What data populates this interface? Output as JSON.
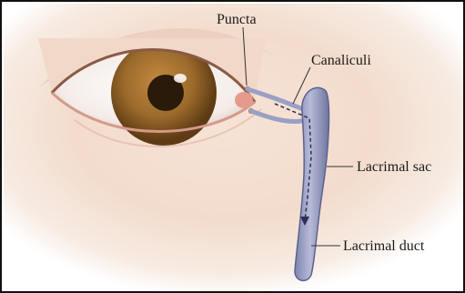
{
  "labels": {
    "puncta": "Puncta",
    "canaliculi": "Canaliculi",
    "lacrimal_sac": "Lacrimal sac",
    "lacrimal_duct": "Lacrimal duct"
  },
  "colors": {
    "skin": "#f3dccd",
    "iris": "#9b6a2b",
    "duct": "#8d93b8",
    "line": "#333333"
  }
}
